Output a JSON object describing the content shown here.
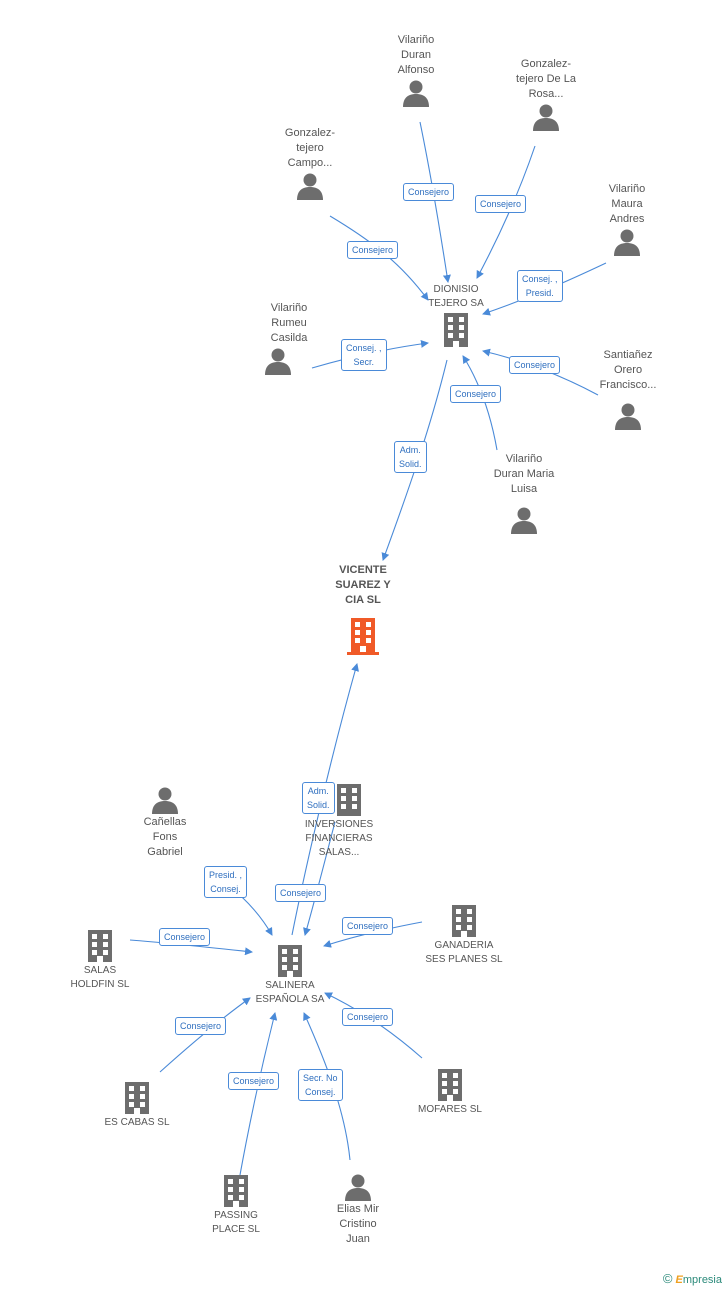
{
  "nodes": {
    "vduran_alfonso": {
      "label": [
        "Vilariño",
        "Duran",
        "Alfonso"
      ]
    },
    "gtejero_rosa": {
      "label": [
        "Gonzalez-",
        "tejero De La",
        "Rosa..."
      ]
    },
    "gtejero_campo": {
      "label": [
        "Gonzalez-",
        "tejero",
        "Campo..."
      ]
    },
    "vmaura_andres": {
      "label": [
        "Vilariño",
        "Maura",
        "Andres"
      ]
    },
    "dionisio": {
      "label": [
        "DIONISIO",
        "TEJERO SA"
      ]
    },
    "vrumeu_casilda": {
      "label": [
        "Vilariño",
        "Rumeu",
        "Casilda"
      ]
    },
    "santianez": {
      "label": [
        "Santiañez",
        "Orero",
        "Francisco..."
      ]
    },
    "vduran_maria": {
      "label": [
        "Vilariño",
        "Duran Maria",
        "Luisa"
      ]
    },
    "vicente": {
      "label": [
        "VICENTE",
        "SUAREZ Y",
        "CIA SL"
      ]
    },
    "canellas": {
      "label": [
        "Cañellas",
        "Fons",
        "Gabriel"
      ]
    },
    "inversiones": {
      "label": [
        "INVERSIONES",
        "FINANCIERAS",
        "SALAS..."
      ]
    },
    "salas_holdfin": {
      "label": [
        "SALAS",
        "HOLDFIN SL"
      ]
    },
    "salinera": {
      "label": [
        "SALINERA",
        "ESPAÑOLA SA"
      ]
    },
    "ganaderia": {
      "label": [
        "GANADERIA",
        "SES PLANES SL"
      ]
    },
    "es_cabas": {
      "label": [
        "ES CABAS SL"
      ]
    },
    "mofares": {
      "label": [
        "MOFARES SL"
      ]
    },
    "passing": {
      "label": [
        "PASSING",
        "PLACE SL"
      ]
    },
    "elias": {
      "label": [
        "Elias Mir",
        "Cristino",
        "Juan"
      ]
    }
  },
  "edges": {
    "e1": [
      "Consejero"
    ],
    "e2": [
      "Consejero"
    ],
    "e3": [
      "Consejero"
    ],
    "e4": [
      "Consej. ,",
      "Presid."
    ],
    "e5": [
      "Consej. ,",
      "Secr."
    ],
    "e6": [
      "Consejero"
    ],
    "e7": [
      "Consejero"
    ],
    "e8": [
      "Adm.",
      "Solid."
    ],
    "e9": [
      "Adm.",
      "Solid."
    ],
    "e10": [
      "Presid. ,",
      "Consej."
    ],
    "e11": [
      "Consejero"
    ],
    "e12": [
      "Consejero"
    ],
    "e13": [
      "Consejero"
    ],
    "e14": [
      "Consejero"
    ],
    "e15": [
      "Consejero"
    ],
    "e16": [
      "Consejero"
    ],
    "e17": [
      "Secr.  No",
      "Consej."
    ]
  },
  "footer": {
    "copyright": "©",
    "brand_first": "E",
    "brand_rest": "mpresia"
  },
  "colors": {
    "edge": "#4a8ad8",
    "node_gray": "#6d6d6d",
    "main_company": "#f05a28"
  }
}
